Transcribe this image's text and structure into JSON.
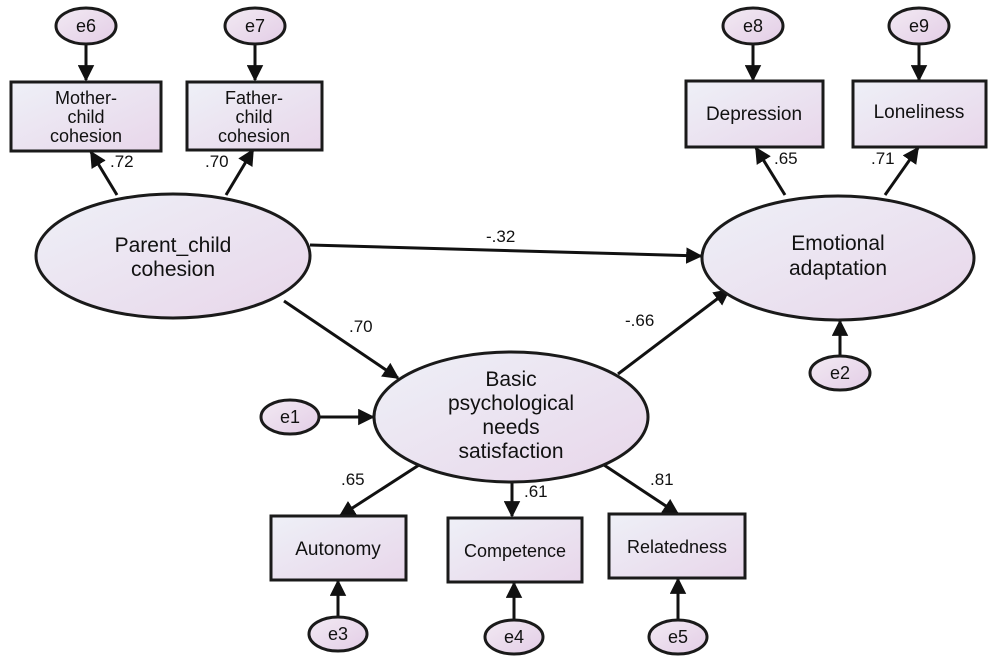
{
  "latent": {
    "parent_child": [
      "Parent_child",
      "cohesion"
    ],
    "bpns": [
      "Basic",
      "psychological",
      "needs",
      "satisfaction"
    ],
    "emotional": [
      "Emotional",
      "adaptation"
    ]
  },
  "observed": {
    "mother": [
      "Mother-",
      "child",
      "cohesion"
    ],
    "father": [
      "Father-",
      "child",
      "cohesion"
    ],
    "depression": [
      "Depression"
    ],
    "loneliness": [
      "Loneliness"
    ],
    "autonomy": [
      "Autonomy"
    ],
    "competence": [
      "Competence"
    ],
    "relatedness": [
      "Relatedness"
    ]
  },
  "errors": {
    "e1": "e1",
    "e2": "e2",
    "e3": "e3",
    "e4": "e4",
    "e5": "e5",
    "e6": "e6",
    "e7": "e7",
    "e8": "e8",
    "e9": "e9"
  },
  "coefficients": {
    "mother_load": ".72",
    "father_load": ".70",
    "depression_load": ".65",
    "loneliness_load": ".71",
    "pc_to_emotional": "-.32",
    "pc_to_bpns": ".70",
    "bpns_to_emotional": "-.66",
    "autonomy_load": ".65",
    "competence_load": ".61",
    "relatedness_load": ".81"
  },
  "colors": {
    "fill_top": "#eeeef6",
    "fill_bottom": "#ead9ea",
    "stroke": "#1a1a1a"
  }
}
